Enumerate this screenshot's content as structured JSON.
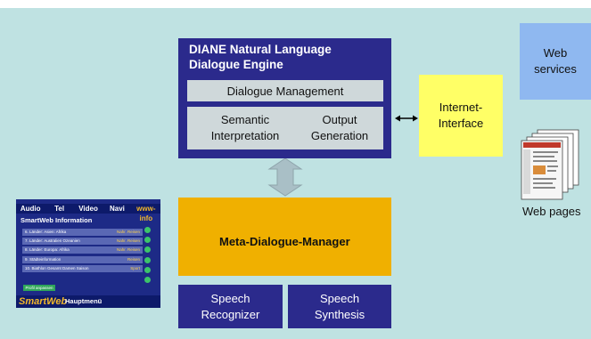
{
  "engine": {
    "title_line1": "DIANE Natural Language",
    "title_line2": "Dialogue Engine",
    "dialogue_management": "Dialogue Management",
    "semantic_line1": "Semantic",
    "semantic_line2": "Interpretation",
    "output_line1": "Output",
    "output_line2": "Generation"
  },
  "meta": {
    "label": "Meta-Dialogue-Manager"
  },
  "speech": {
    "recognizer_line1": "Speech",
    "recognizer_line2": "Recognizer",
    "synthesis_line1": "Speech",
    "synthesis_line2": "Synthesis"
  },
  "internet": {
    "line1": "Internet-",
    "line2": "Interface"
  },
  "web_services": {
    "line1": "Web",
    "line2": "services"
  },
  "web_pages": {
    "label": "Web pages"
  },
  "smartweb": {
    "menu": [
      "Audio",
      "Tel",
      "Video",
      "Navi",
      "www-info"
    ],
    "title": "SmartWeb Information",
    "rows": [
      {
        "text": "6. Länder: Asien: Afrika",
        "tag": "Nahr. Reisen"
      },
      {
        "text": "7. Länder: Australien Ozeanien",
        "tag": "Nahr. Reisen"
      },
      {
        "text": "8. Länder: Europa: Afrika",
        "tag": "Nahr. Reisen"
      },
      {
        "text": "9. Städteinformation",
        "tag": "Reisen"
      },
      {
        "text": "10. Biathlon Gesamt Damen Saison",
        "tag": "Sport"
      }
    ],
    "button": "Profil anpassen",
    "logo": "SmartWeb",
    "footer": "Hauptmenü"
  },
  "colors": {
    "background": "#bfe2e2",
    "engine": "#2b2a8c",
    "meta": "#f0b000",
    "internet": "#ffff66",
    "web_services": "#8fb8f0",
    "inner_box": "#cfd8da"
  }
}
